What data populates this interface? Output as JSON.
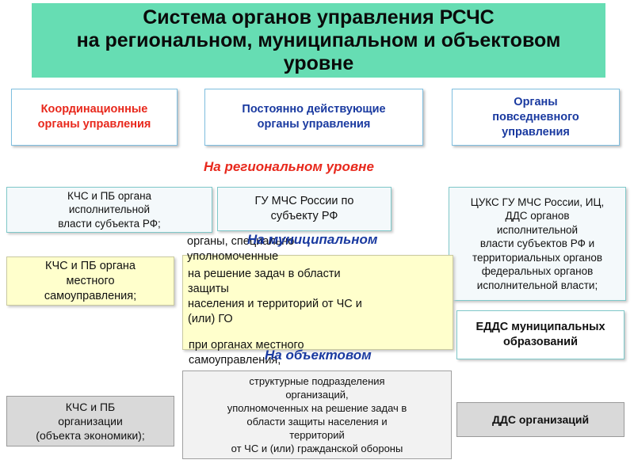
{
  "title": {
    "line1": "Система   органов управления   РСЧС",
    "line2": "на региональном, муниципальном и объектовом",
    "line3": "уровне"
  },
  "headers": {
    "coordination": [
      "Координационные",
      "органы  управления"
    ],
    "permanent": [
      "Постоянно действующие",
      "органы  управления"
    ],
    "daily": [
      "Органы",
      "повседневного",
      "управления"
    ]
  },
  "levels": {
    "regional": "На региональном уровне",
    "municipal": "На муниципальном",
    "object": "На объектовом"
  },
  "regional": {
    "kchs": [
      "КЧС и ПБ органа",
      "исполнительной",
      "власти субъекта РФ;"
    ],
    "gu": [
      "ГУ МЧС России по",
      "субъекту РФ"
    ],
    "tsuks": [
      "ЦУКС ГУ МЧС России, ИЦ,",
      "ДДС органов",
      "исполнительной",
      "власти субъектов РФ и",
      "территориальных органов",
      "федеральных органов",
      "исполнительной власти;"
    ]
  },
  "municipal": {
    "kchs": [
      "КЧС и ПБ органа",
      "местного",
      "самоуправления;"
    ],
    "bodies_overflow": "органы, специально",
    "bodies": [
      "уполномоченные",
      "на решение задач в области",
      "защиты",
      "населения и территорий  от ЧС и",
      "(или) ГО"
    ],
    "bodies_tail": [
      " при органах местного",
      "самоуправления;"
    ],
    "edds": [
      "ЕДДС муниципальных",
      "образований"
    ]
  },
  "object": {
    "kchs": [
      "КЧС и ПБ",
      "организации",
      "(объекта экономики);"
    ],
    "units": [
      "структурные  подразделения",
      "организаций,",
      "уполномоченных  на решение задач в",
      "области  защиты населения и",
      "территорий",
      "от  ЧС и (или) гражданской обороны"
    ],
    "dds": "ДДС организаций"
  },
  "colors": {
    "title_bg": "#66ddb3",
    "red": "#e8281c",
    "navy": "#1a3aa0",
    "yellow_box": "#ffffcc",
    "gray_box": "#d9d9d9"
  }
}
